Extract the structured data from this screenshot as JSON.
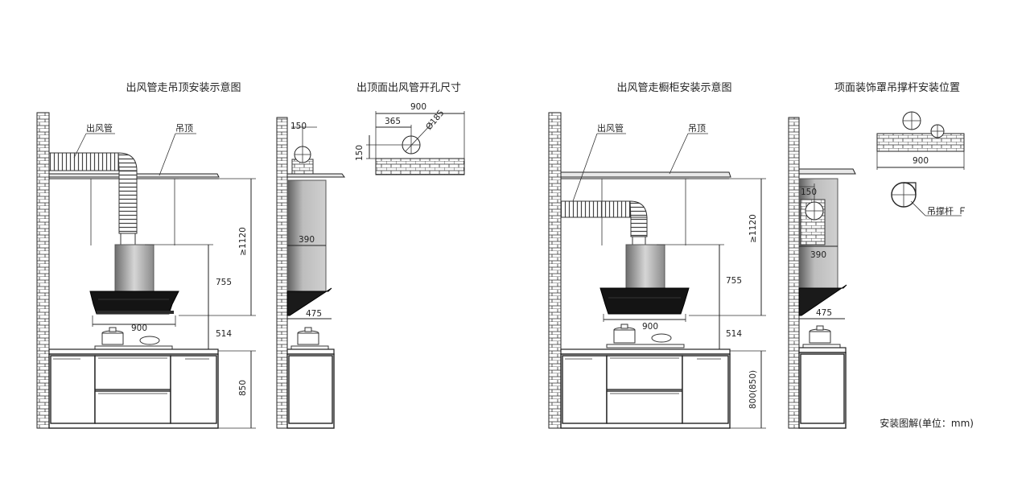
{
  "panels": {
    "p1": {
      "title": "出风管走吊顶安装示意图",
      "label_duct": "出风管",
      "label_ceiling": "吊顶",
      "dim_height": "≥1120",
      "dim_hood": "755",
      "dim_gap": "514",
      "dim_width": "900",
      "dim_counter": "850"
    },
    "p2": {
      "dim_150": "150",
      "dim_390": "390",
      "dim_475": "475"
    },
    "p3": {
      "title": "出顶面出风管开孔尺寸",
      "dim_900": "900",
      "dim_365": "365",
      "dim_185": "Ø185",
      "dim_150": "150"
    },
    "p4": {
      "title": "出风管走橱柜安装示意图",
      "label_duct": "出风管",
      "label_ceiling": "吊顶",
      "dim_height": "≥1120",
      "dim_hood": "755",
      "dim_gap": "514",
      "dim_width": "900",
      "dim_counter": "800(850)"
    },
    "p5": {
      "dim_150": "150",
      "dim_390": "390",
      "dim_475": "475"
    },
    "p6": {
      "title": "项面装饰罩吊撑杆安装位置",
      "dim_900": "900",
      "label_rod": "吊撑杆"
    }
  },
  "footer": {
    "note": "安装图解(单位：mm)"
  },
  "colors": {
    "line": "#222222",
    "brick": "#444444",
    "steel_dark": "#777777",
    "steel_light": "#cfcfcf",
    "glass": "#111111"
  }
}
